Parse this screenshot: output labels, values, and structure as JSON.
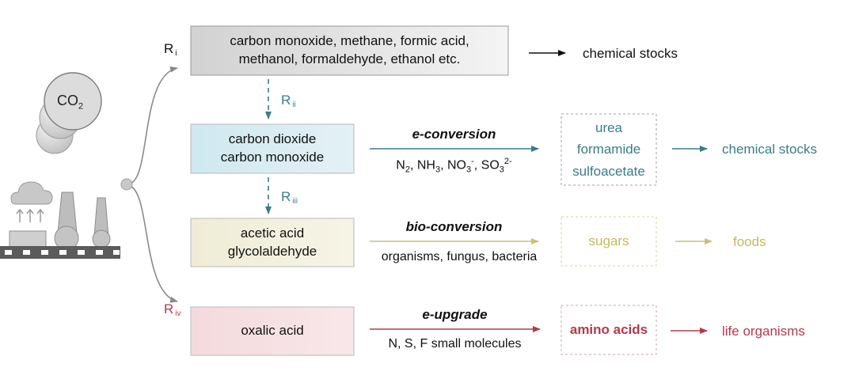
{
  "co2_label": "CO",
  "co2_sub": "2",
  "colors": {
    "grey": "#b5b5b5",
    "teal": "#3a7d86",
    "olive": "#c6c27a",
    "crimson": "#b23a4c",
    "black": "#111111"
  },
  "routes": {
    "r1": {
      "letter": "R",
      "sub": "i"
    },
    "r2": {
      "letter": "R",
      "sub": "ii"
    },
    "r3": {
      "letter": "R",
      "sub": "iii"
    },
    "r4": {
      "letter": "R",
      "sub": "iv"
    }
  },
  "rows": {
    "row1": {
      "line1": "carbon monoxide, methane, formic acid,",
      "line2": "methanol, formaldehyde, ethanol etc.",
      "output": "chemical stocks"
    },
    "row2": {
      "line1": "carbon dioxide",
      "line2": "carbon monoxide",
      "process": "e-conversion",
      "reagents": {
        "n2": "N",
        "n2_sub": "2",
        "nh3": ", NH",
        "nh3_sub": "3",
        "no3": ", NO",
        "no3_sub": "3",
        "no3_sup": "-",
        "so3": ", SO",
        "so3_sub": "3",
        "so3_sup": "2-"
      },
      "products": [
        "urea",
        "formamide",
        "sulfoacetate"
      ],
      "output": "chemical stocks"
    },
    "row3": {
      "line1": "acetic acid",
      "line2": "glycolaldehyde",
      "process": "bio-conversion",
      "reagents": "organisms, fungus, bacteria",
      "product": "sugars",
      "output": "foods"
    },
    "row4": {
      "line1": "oxalic acid",
      "process": "e-upgrade",
      "reagents": "N, S, F small molecules",
      "product": "amino acids",
      "output": "life organisms"
    }
  }
}
